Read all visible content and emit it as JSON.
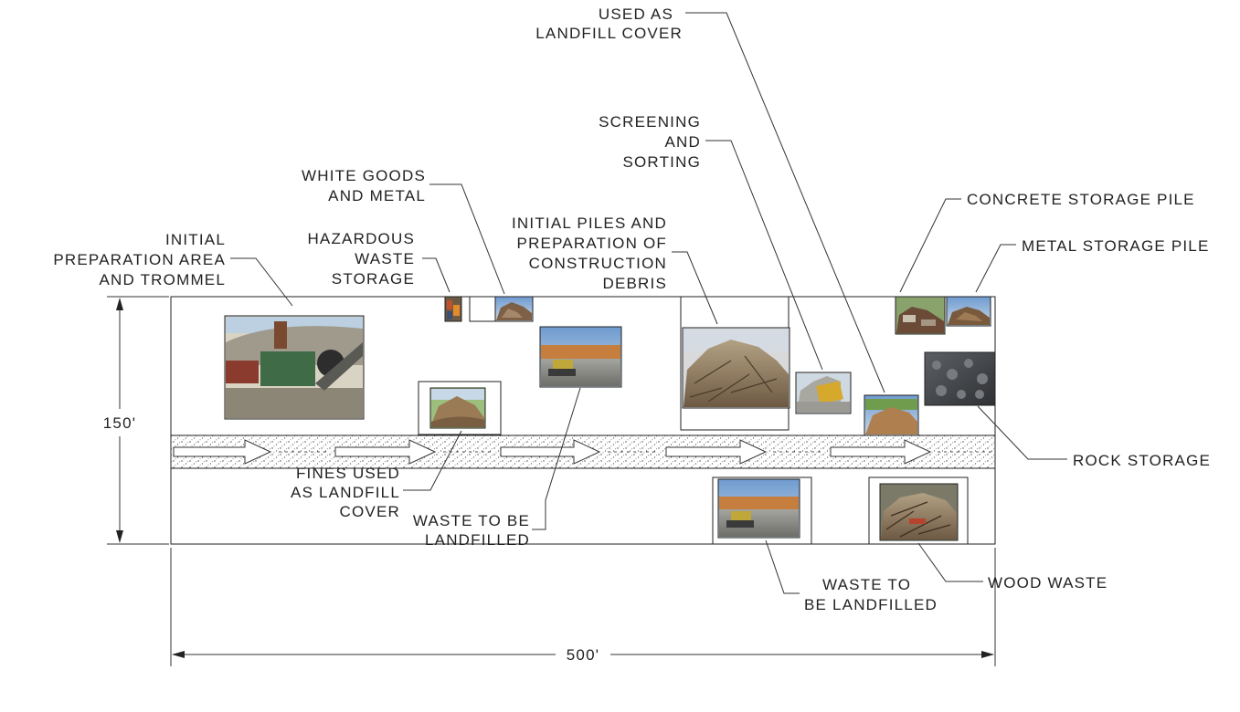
{
  "diagram": {
    "labels": {
      "used_as_landfill_cover": [
        "USED AS",
        "LANDFILL COVER"
      ],
      "screening_and_sorting": [
        "SCREENING",
        "AND",
        "SORTING"
      ],
      "white_goods_and_metal": [
        "WHITE GOODS",
        "AND METAL"
      ],
      "initial_piles": [
        "INITIAL PILES AND",
        "PREPARATION OF",
        "CONSTRUCTION",
        "DEBRIS"
      ],
      "concrete_storage_pile": [
        "CONCRETE STORAGE PILE"
      ],
      "metal_storage_pile": [
        "METAL STORAGE PILE"
      ],
      "initial_preparation": [
        "INITIAL",
        "PREPARATION AREA",
        "AND TROMMEL"
      ],
      "hazardous_waste_storage": [
        "HAZARDOUS",
        "WASTE",
        "STORAGE"
      ],
      "rock_storage": [
        "ROCK STORAGE"
      ],
      "fines_used": [
        "FINES USED",
        "AS LANDFILL",
        "COVER"
      ],
      "waste_to_be_landfilled_left": [
        "WASTE TO BE",
        "LANDFILLED"
      ],
      "waste_to_be_landfilled_right": [
        "WASTE TO",
        "BE LANDFILLED"
      ],
      "wood_waste": [
        "WOOD WASTE"
      ]
    },
    "dimensions": {
      "height": "150'",
      "width": "500'"
    },
    "photos": [
      "trommel-photo",
      "hazardous-photo",
      "white-goods-photo",
      "fines-photo",
      "waste-photo-upper",
      "debris-photo",
      "screening-photo",
      "landfill-cover-photo",
      "concrete-photo",
      "metal-photo",
      "rock-photo",
      "waste-photo-lower",
      "wood-photo"
    ],
    "colors": {
      "line": "#333333",
      "sky": "#8fb0cf",
      "earth": "#a87a4a",
      "rubble": "#8a8a86",
      "vegetation": "#6f8f3a"
    }
  }
}
